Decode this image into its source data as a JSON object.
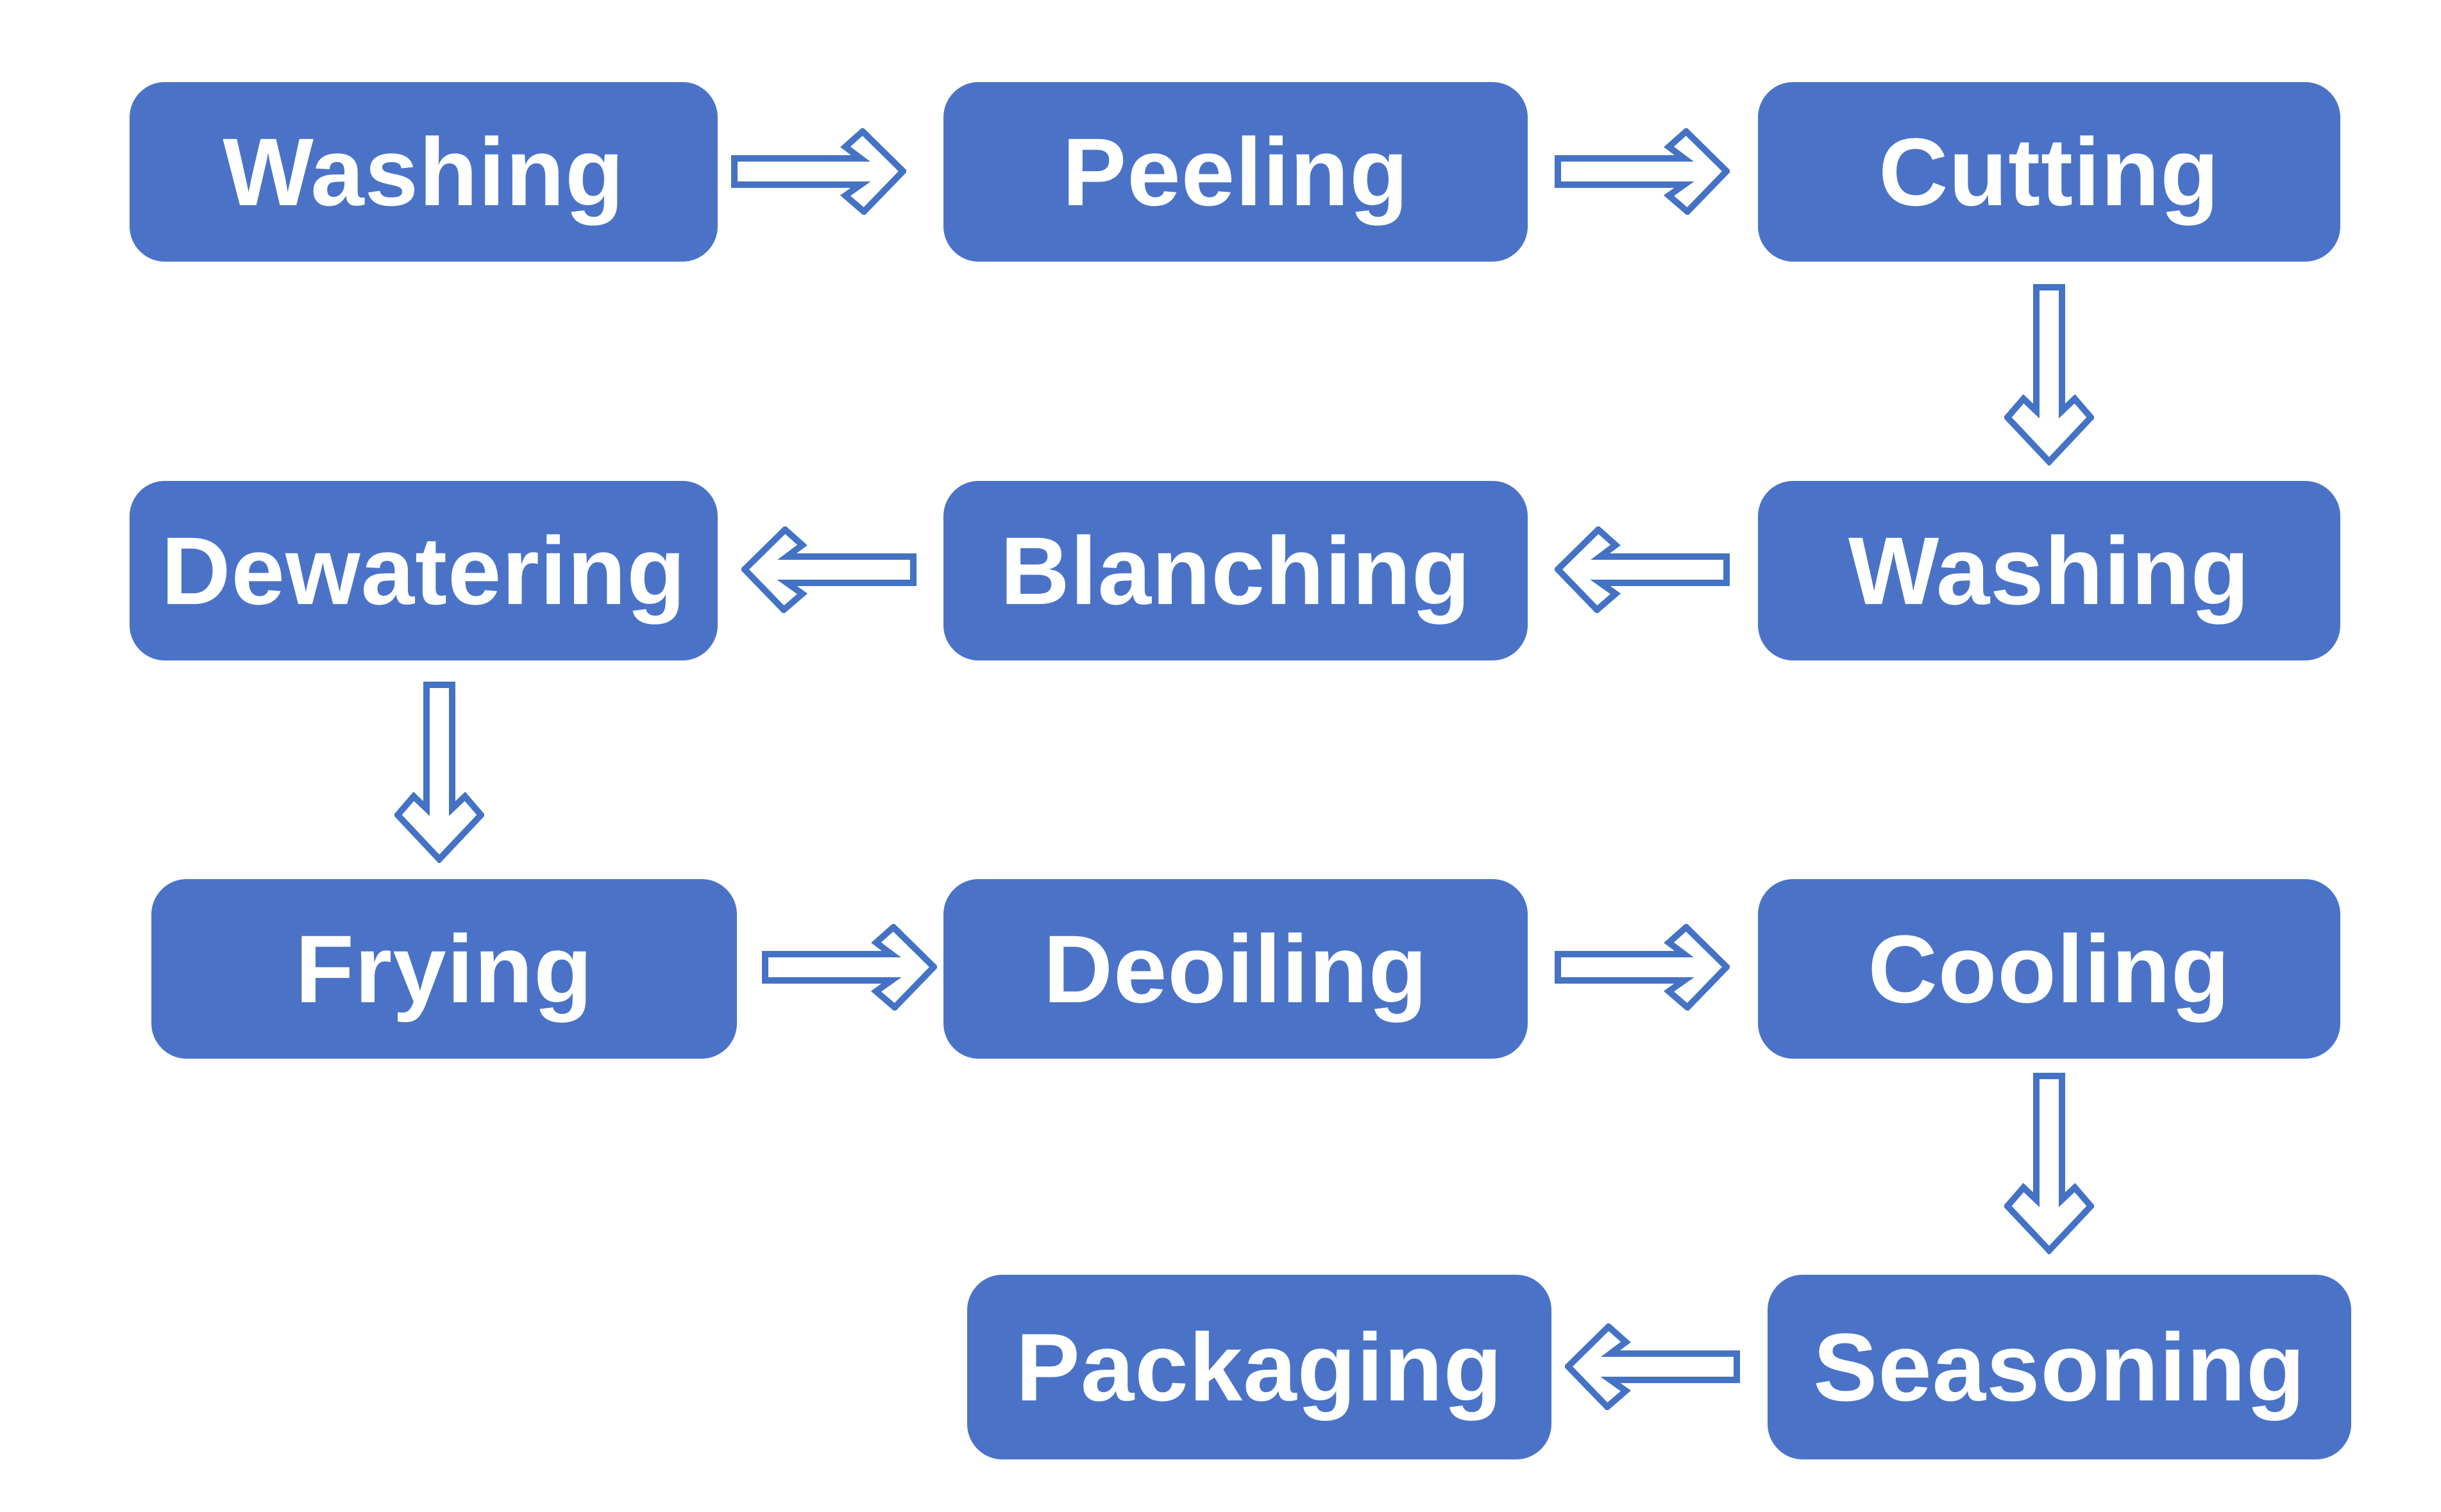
{
  "diagram": {
    "type": "flowchart",
    "colors": {
      "background": "#ffffff",
      "node-fill": "#4a73c8",
      "node-text": "#ffffff",
      "arrow-fill": "#ffffff",
      "arrow-stroke": "#4472c4"
    },
    "nodes": [
      {
        "id": "washing-1",
        "label": "Washing"
      },
      {
        "id": "peeling",
        "label": "Peeling"
      },
      {
        "id": "cutting",
        "label": "Cutting"
      },
      {
        "id": "dewatering",
        "label": "Dewatering"
      },
      {
        "id": "blanching",
        "label": "Blanching"
      },
      {
        "id": "washing-2",
        "label": "Washing"
      },
      {
        "id": "frying",
        "label": "Frying"
      },
      {
        "id": "deoiling",
        "label": "Deoiling"
      },
      {
        "id": "cooling",
        "label": "Cooling"
      },
      {
        "id": "packaging",
        "label": "Packaging"
      },
      {
        "id": "seasoning",
        "label": "Seasoning"
      }
    ],
    "arrows": [
      {
        "from": "washing-1",
        "to": "peeling",
        "direction": "right"
      },
      {
        "from": "peeling",
        "to": "cutting",
        "direction": "right"
      },
      {
        "from": "cutting",
        "to": "washing-2",
        "direction": "down"
      },
      {
        "from": "washing-2",
        "to": "blanching",
        "direction": "left"
      },
      {
        "from": "blanching",
        "to": "dewatering",
        "direction": "left"
      },
      {
        "from": "dewatering",
        "to": "frying",
        "direction": "down"
      },
      {
        "from": "frying",
        "to": "deoiling",
        "direction": "right"
      },
      {
        "from": "deoiling",
        "to": "cooling",
        "direction": "right"
      },
      {
        "from": "cooling",
        "to": "seasoning",
        "direction": "down"
      },
      {
        "from": "seasoning",
        "to": "packaging",
        "direction": "left"
      }
    ],
    "flow_order": [
      "Washing",
      "Peeling",
      "Cutting",
      "Washing",
      "Blanching",
      "Dewatering",
      "Frying",
      "Deoiling",
      "Cooling",
      "Seasoning",
      "Packaging"
    ]
  }
}
